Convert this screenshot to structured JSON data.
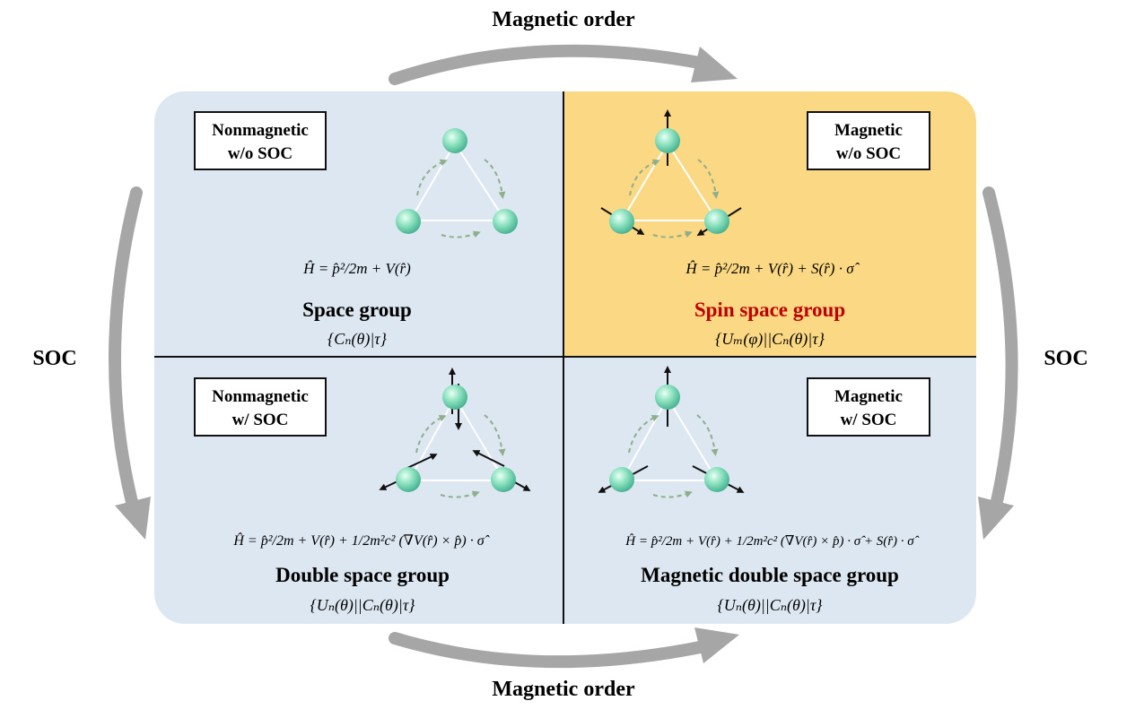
{
  "labels": {
    "magnetic_order_top": "Magnetic order",
    "magnetic_order_bottom": "Magnetic order",
    "soc_left": "SOC",
    "soc_right": "SOC"
  },
  "quadrants": {
    "top_left": {
      "box_line1": "Nonmagnetic",
      "box_line2": "w/o SOC",
      "hamiltonian": "Ĥ = p̂²/2m + V(r̂)",
      "group_name": "Space group",
      "group_notation": "{Cₙ(θ)|τ}"
    },
    "top_right": {
      "box_line1": "Magnetic",
      "box_line2": "w/o SOC",
      "hamiltonian": "Ĥ = p̂²/2m + V(r̂) + S(r̂) · σ̂",
      "group_name": "Spin space group",
      "group_notation": "{Uₘ(φ)||Cₙ(θ)|τ}"
    },
    "bottom_left": {
      "box_line1": "Nonmagnetic",
      "box_line2": "w/ SOC",
      "hamiltonian": "Ĥ = p̂²/2m + V(r̂) + 1/2m²c² (∇V(r̂) × p̂) · σ̂",
      "group_name": "Double space group",
      "group_notation": "{Uₙ(θ)||Cₙ(θ)|τ}"
    },
    "bottom_right": {
      "box_line1": "Magnetic",
      "box_line2": "w/ SOC",
      "hamiltonian": "Ĥ = p̂²/2m + V(r̂) + 1/2m²c² (∇V(r̂) × p̂) · σ̂ + S(r̂) · σ̂",
      "group_name": "Magnetic double space group",
      "group_notation": "{Uₙ(θ)||Cₙ(θ)|τ}"
    }
  },
  "colors": {
    "panel_blue": "#dce7f2",
    "panel_yellow": "#fbd883",
    "arrow_gray": "#a6a6a6",
    "atom_green": "#7ed9b6",
    "dashed_arrow": "#8fae8a",
    "highlight_red": "#c00000"
  }
}
